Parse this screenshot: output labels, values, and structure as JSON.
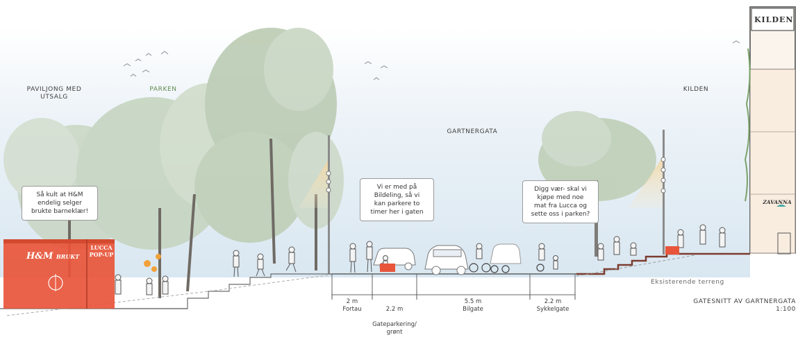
{
  "labels": {
    "pavilion": "PAVILJONG MED\nUTSALG",
    "park": "PARKEN",
    "street": "GARTNERGATA",
    "kilden_label": "KILDEN",
    "terrain": "Eksisterende terreng",
    "title_line1": "GATESNITT AV GARTNERGATA",
    "title_line2": "1:100"
  },
  "bubbles": [
    "Så kult at H&M\nendelig selger\nbrukte barneklær!",
    "Vi er med på\nBildeling, så vi\nkan parkere to\ntimer her i gaten",
    "Digg vær- skal vi\nkjøpe med noe\nmat fra Lucca og\nsette oss i parken?"
  ],
  "dimensions": [
    {
      "size": "2 m",
      "name": "Fortau"
    },
    {
      "size": "2.2 m",
      "name": "Gateparkering/\ngrønt"
    },
    {
      "size": "5.5 m",
      "name": "Bilgate"
    },
    {
      "size": "2.2 m",
      "name": "Sykkelgate"
    }
  ],
  "signs": {
    "hm": "H&M",
    "hm_sub": "BRUKT",
    "lucca": "LUCCA\nPOP-UP",
    "kilden_sign": "KILDEN",
    "zavanna": "ZAVANNA"
  },
  "colors": {
    "sky": "#e3eef6",
    "pavilion": "#e8553a",
    "tree_green": "#b9cbb0",
    "lamp_glow": "#f3ddb1",
    "ground": "#5b4a45"
  }
}
